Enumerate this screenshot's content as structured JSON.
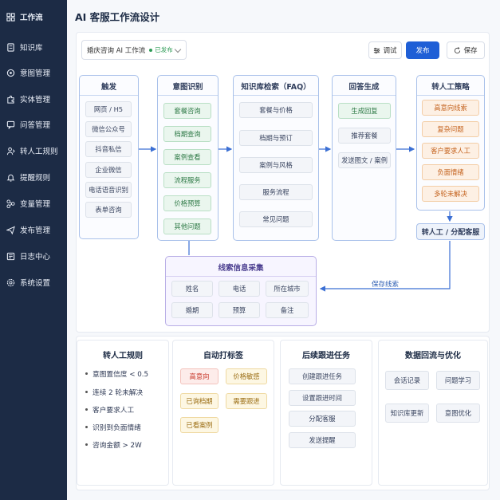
{
  "sidebar": {
    "items": [
      {
        "label": "工作流",
        "icon": "grid-icon"
      },
      {
        "label": "知识库",
        "icon": "book-icon"
      },
      {
        "label": "意图管理",
        "icon": "target-icon"
      },
      {
        "label": "实体管理",
        "icon": "puzzle-icon"
      },
      {
        "label": "问答管理",
        "icon": "chat-icon"
      },
      {
        "label": "转人工规则",
        "icon": "transfer-icon"
      },
      {
        "label": "提醒规则",
        "icon": "bell-icon"
      },
      {
        "label": "变量管理",
        "icon": "variable-icon"
      },
      {
        "label": "发布管理",
        "icon": "send-icon"
      },
      {
        "label": "日志中心",
        "icon": "log-icon"
      },
      {
        "label": "系统设置",
        "icon": "gear-icon"
      }
    ]
  },
  "header": {
    "title": "AI 客服工作流设计"
  },
  "toolbar": {
    "workflow_name": "婚庆咨询 AI 工作流",
    "status": "已发布",
    "debug": "调试",
    "publish": "发布",
    "save": "保存"
  },
  "flow": {
    "trigger": {
      "title": "触发",
      "items": [
        "网页 / H5",
        "微信公众号",
        "抖音私信",
        "企业微信",
        "电话语音识别",
        "表单咨询"
      ]
    },
    "intent": {
      "title": "意图识别",
      "items": [
        "套餐咨询",
        "档期查询",
        "案例查看",
        "流程服务",
        "价格预算",
        "其他问题"
      ]
    },
    "kb": {
      "title": "知识库检索（FAQ）",
      "items": [
        "套餐与价格",
        "档期与预订",
        "案例与风格",
        "服务流程",
        "常见问题"
      ]
    },
    "answer": {
      "title": "回答生成",
      "items": [
        "生成回复",
        "推荐套餐",
        "发送图文 / 案例"
      ]
    },
    "strategy": {
      "title": "转人工策略",
      "items": [
        "高意向线索",
        "复杂问题",
        "客户要求人工",
        "负面情绪",
        "多轮未解决"
      ]
    },
    "transfer": "转人工 / 分配客服",
    "save_leads": "保存线索",
    "leads": {
      "title": "线索信息采集",
      "items": [
        "姓名",
        "电话",
        "所在城市",
        "婚期",
        "预算",
        "备注"
      ]
    }
  },
  "rules": {
    "title": "转人工规则",
    "items": [
      "意图置信度 < 0.5",
      "连续 2 轮未解决",
      "客户要求人工",
      "识别到负面情绪",
      "咨询金额 > 2W"
    ]
  },
  "tags": {
    "title": "自动打标签",
    "items": [
      "高意向",
      "价格敏感",
      "已询档期",
      "需要跟进",
      "已看案例"
    ]
  },
  "followup": {
    "title": "后续跟进任务",
    "items": [
      "创建跟进任务",
      "设置跟进时间",
      "分配客服",
      "发送提醒"
    ]
  },
  "optimize": {
    "title": "数据回流与优化",
    "items": [
      "会话记录",
      "问题学习",
      "知识库更新",
      "意图优化"
    ]
  },
  "colors": {
    "sidebar": "#1c2b45",
    "accent": "#1f5fd6",
    "flow_border": "#a9c1ea"
  }
}
